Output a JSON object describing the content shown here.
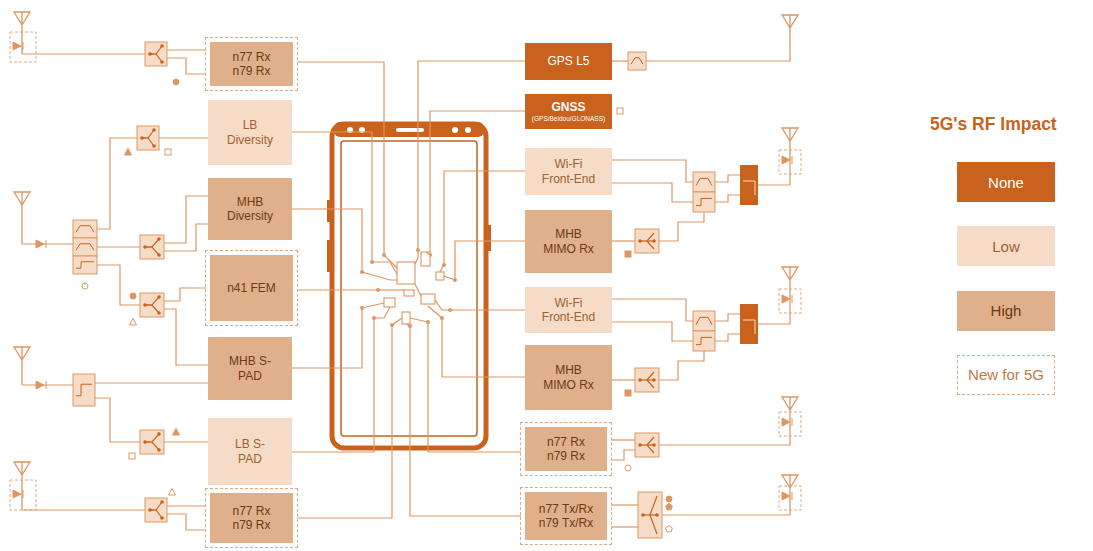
{
  "diagram": {
    "nodes": [
      {
        "text": [
          "n77 Rx n79 Rx"
        ]
      },
      {
        "text": [
          "LB Diversity"
        ]
      },
      {
        "text": [
          "MHB Diversity"
        ]
      },
      {
        "text": [
          "n41 FEM"
        ]
      },
      {
        "text": [
          "MHB S-PAD"
        ]
      },
      {
        "text": [
          "LB S-PAD"
        ]
      },
      {
        "text": [
          "n77 Rx n79 Rx"
        ]
      },
      {
        "text": [
          "GPS L5"
        ]
      },
      {
        "text": [
          "GNSS",
          "(GPS/Beidou/GLONASS)"
        ]
      },
      {
        "text": [
          "Wi-Fi Front-End"
        ]
      },
      {
        "text": [
          "MHB MIMO Rx"
        ]
      },
      {
        "text": [
          "Wi-Fi Front-End"
        ]
      },
      {
        "text": [
          "MHB MIMO Rx"
        ]
      },
      {
        "text": [
          "n77 Rx n79 Rx"
        ]
      },
      {
        "text": [
          "n77 Tx/Rx n79 Tx/Rx"
        ]
      }
    ],
    "labels": [
      "5G's RF Impact"
    ],
    "legend": [
      {
        "text": "None",
        "color": "#c9621c"
      },
      {
        "text": "Low",
        "color": "#f6dcc6"
      },
      {
        "text": "High",
        "color": "#dfb08a"
      },
      {
        "text": "New for 5G"
      }
    ]
  }
}
